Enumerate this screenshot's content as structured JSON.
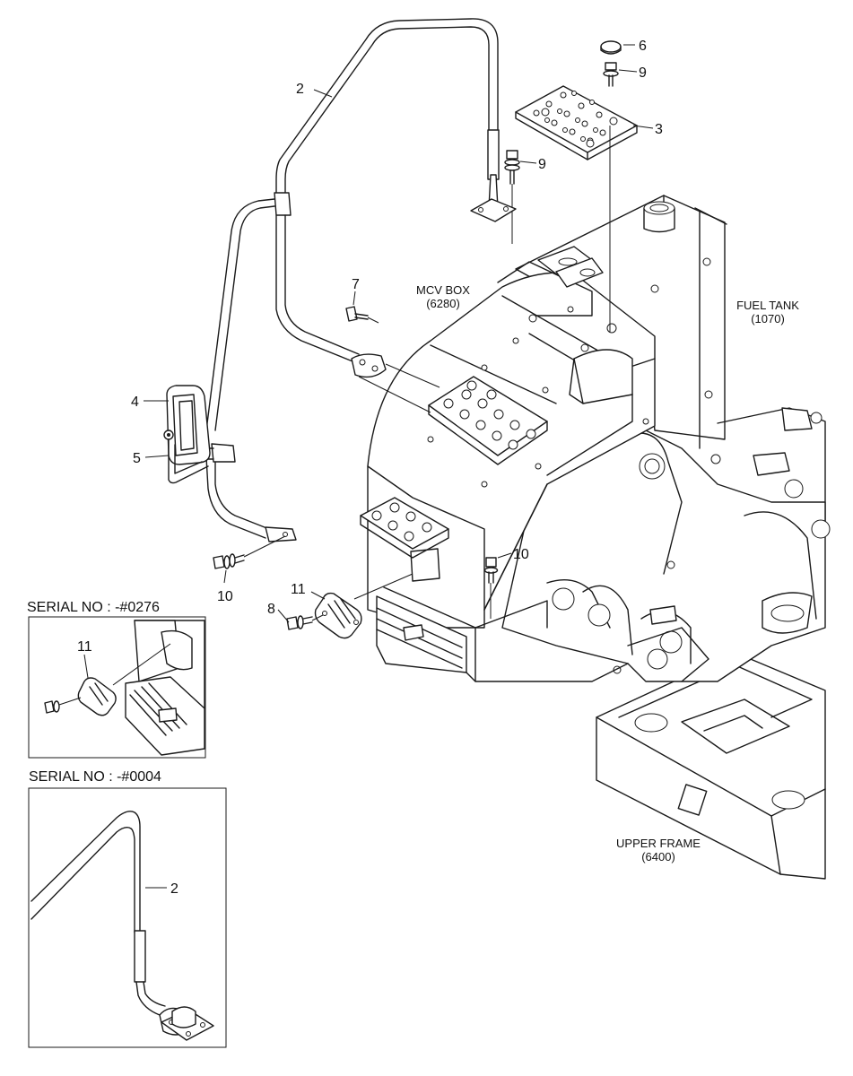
{
  "part_callouts": {
    "p6": "6",
    "p9a": "9",
    "p3": "3",
    "p9b": "9",
    "p2": "2",
    "p7": "7",
    "p4": "4",
    "p5": "5",
    "p10a": "10",
    "p10b": "10",
    "p11a": "11",
    "p8": "8",
    "p11b": "11",
    "p2b": "2"
  },
  "references": {
    "mcv_box": {
      "name": "MCV BOX",
      "code": "(6280)"
    },
    "fuel_tank": {
      "name": "FUEL TANK",
      "code": "(1070)"
    },
    "upper_frame": {
      "name": "UPPER FRAME",
      "code": "(6400)"
    }
  },
  "insets": {
    "a": {
      "title": "SERIAL NO : -#0276"
    },
    "b": {
      "title": "SERIAL NO : -#0004"
    }
  }
}
